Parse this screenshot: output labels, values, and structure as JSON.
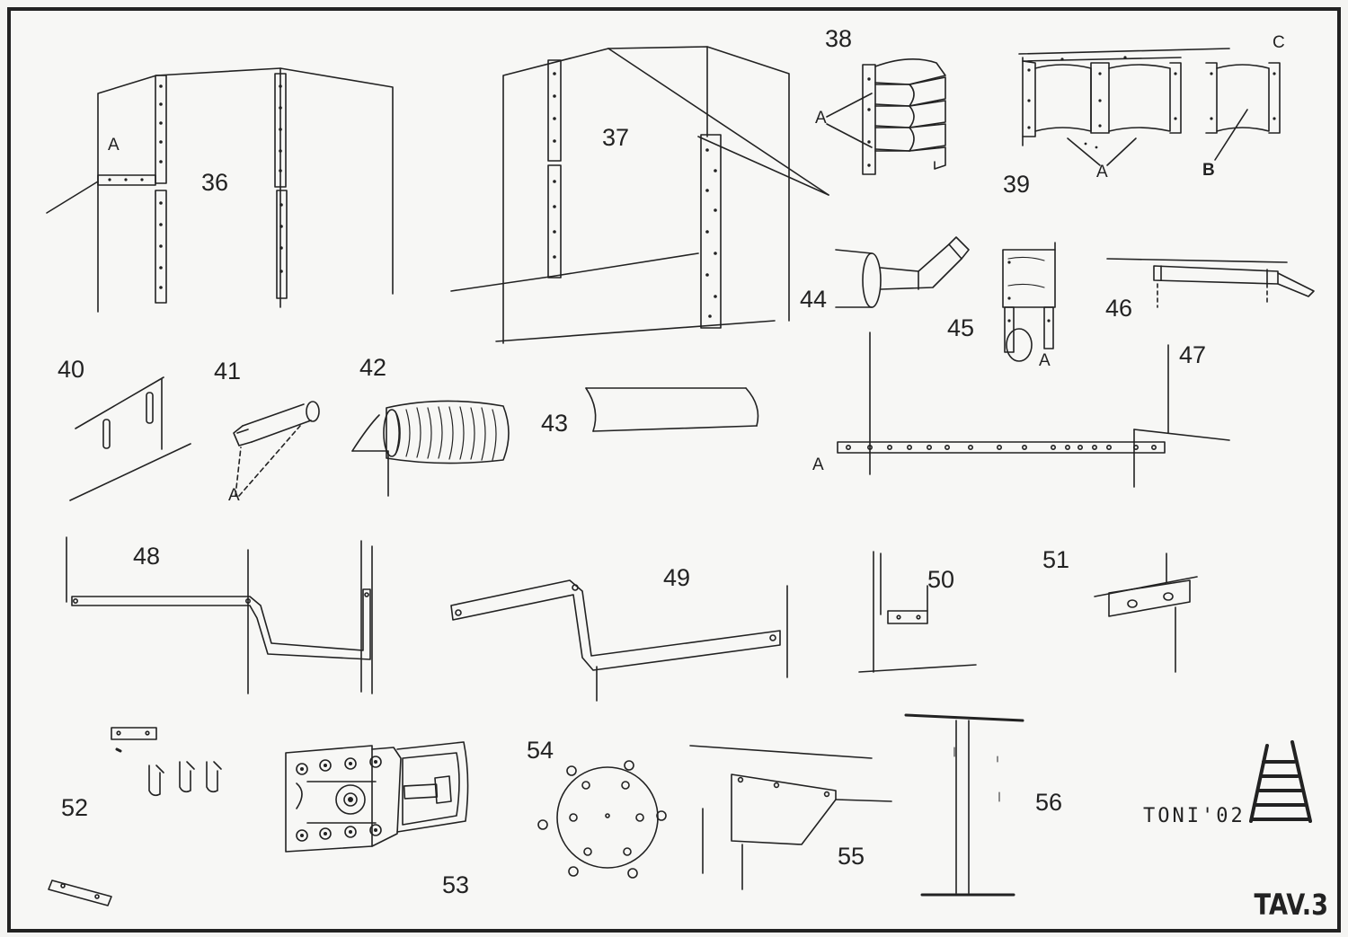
{
  "figures": [
    {
      "id": "36",
      "label": "36",
      "parts": [
        "A"
      ]
    },
    {
      "id": "37",
      "label": "37"
    },
    {
      "id": "38",
      "label": "38",
      "parts": [
        "A"
      ]
    },
    {
      "id": "39",
      "label": "39",
      "parts": [
        "A",
        "B",
        "C"
      ]
    },
    {
      "id": "40",
      "label": "40"
    },
    {
      "id": "41",
      "label": "41",
      "parts": [
        "A"
      ]
    },
    {
      "id": "42",
      "label": "42"
    },
    {
      "id": "43",
      "label": "43"
    },
    {
      "id": "44",
      "label": "44"
    },
    {
      "id": "45",
      "label": "45",
      "parts": [
        "A"
      ]
    },
    {
      "id": "46",
      "label": "46"
    },
    {
      "id": "47",
      "label": "47",
      "parts": [
        "A"
      ]
    },
    {
      "id": "48",
      "label": "48"
    },
    {
      "id": "49",
      "label": "49"
    },
    {
      "id": "50",
      "label": "50"
    },
    {
      "id": "51",
      "label": "51"
    },
    {
      "id": "52",
      "label": "52"
    },
    {
      "id": "53",
      "label": "53"
    },
    {
      "id": "54",
      "label": "54"
    },
    {
      "id": "55",
      "label": "55"
    },
    {
      "id": "56",
      "label": "56"
    }
  ],
  "signature": "TONI'02",
  "plate_title": "TAV.3",
  "colors": {
    "ink": "#222222",
    "paper": "#f7f7f5"
  }
}
